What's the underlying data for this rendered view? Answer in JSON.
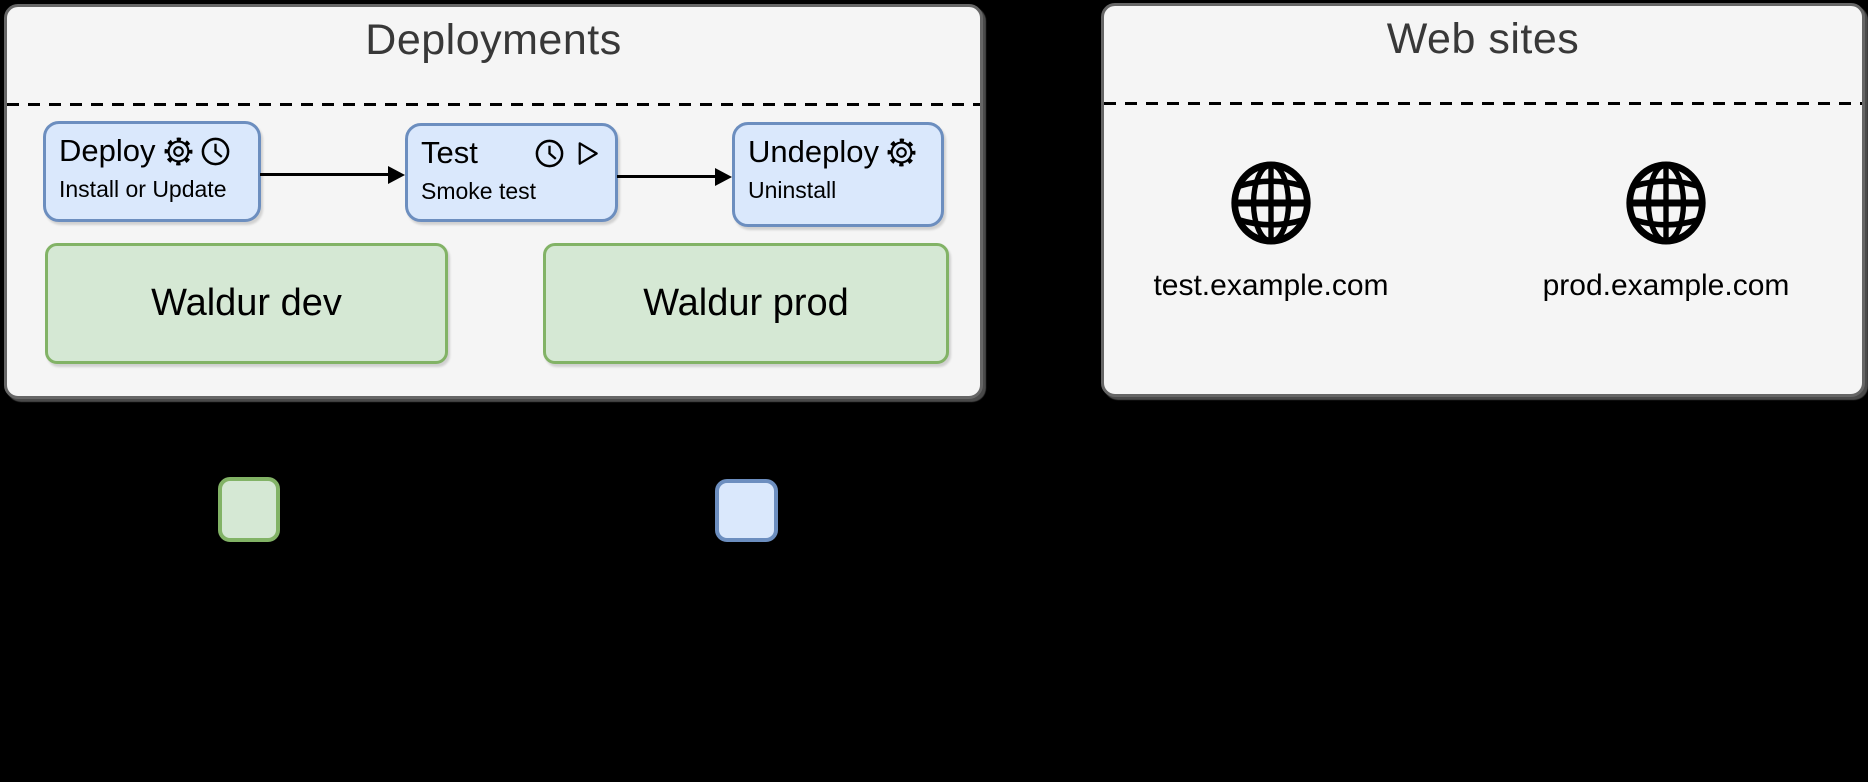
{
  "deployments": {
    "title": "Deployments",
    "steps": [
      {
        "title": "Deploy",
        "subtitle": "Install or Update",
        "icons": [
          "gear-icon",
          "clock-icon"
        ]
      },
      {
        "title": "Test",
        "subtitle": "Smoke test",
        "icons": [
          "clock-icon",
          "play-icon"
        ]
      },
      {
        "title": "Undeploy",
        "subtitle": "Uninstall",
        "icons": [
          "gear-icon"
        ]
      }
    ],
    "environments": [
      {
        "label": "Waldur dev"
      },
      {
        "label": "Waldur prod"
      }
    ],
    "connections": [
      "Deploy to Test",
      "Test to Undeploy"
    ]
  },
  "websites": {
    "title": "Web sites",
    "sites": [
      {
        "domain": "test.example.com",
        "icon": "globe-icon"
      },
      {
        "domain": "prod.example.com",
        "icon": "globe-icon"
      }
    ]
  },
  "legend": {
    "swatches": [
      {
        "name": "environment-swatch",
        "fill": "#d5e8d4",
        "stroke": "#82b366"
      },
      {
        "name": "step-swatch",
        "fill": "#dae8fc",
        "stroke": "#6c8ebf"
      }
    ]
  },
  "colors": {
    "step_fill": "#dae8fc",
    "step_stroke": "#6c8ebf",
    "environment_fill": "#d5e8d4",
    "environment_stroke": "#82b366",
    "panel_fill": "#f5f5f5",
    "panel_stroke": "#666666",
    "background": "#000000",
    "title_text": "#383838",
    "text": "#000000"
  }
}
